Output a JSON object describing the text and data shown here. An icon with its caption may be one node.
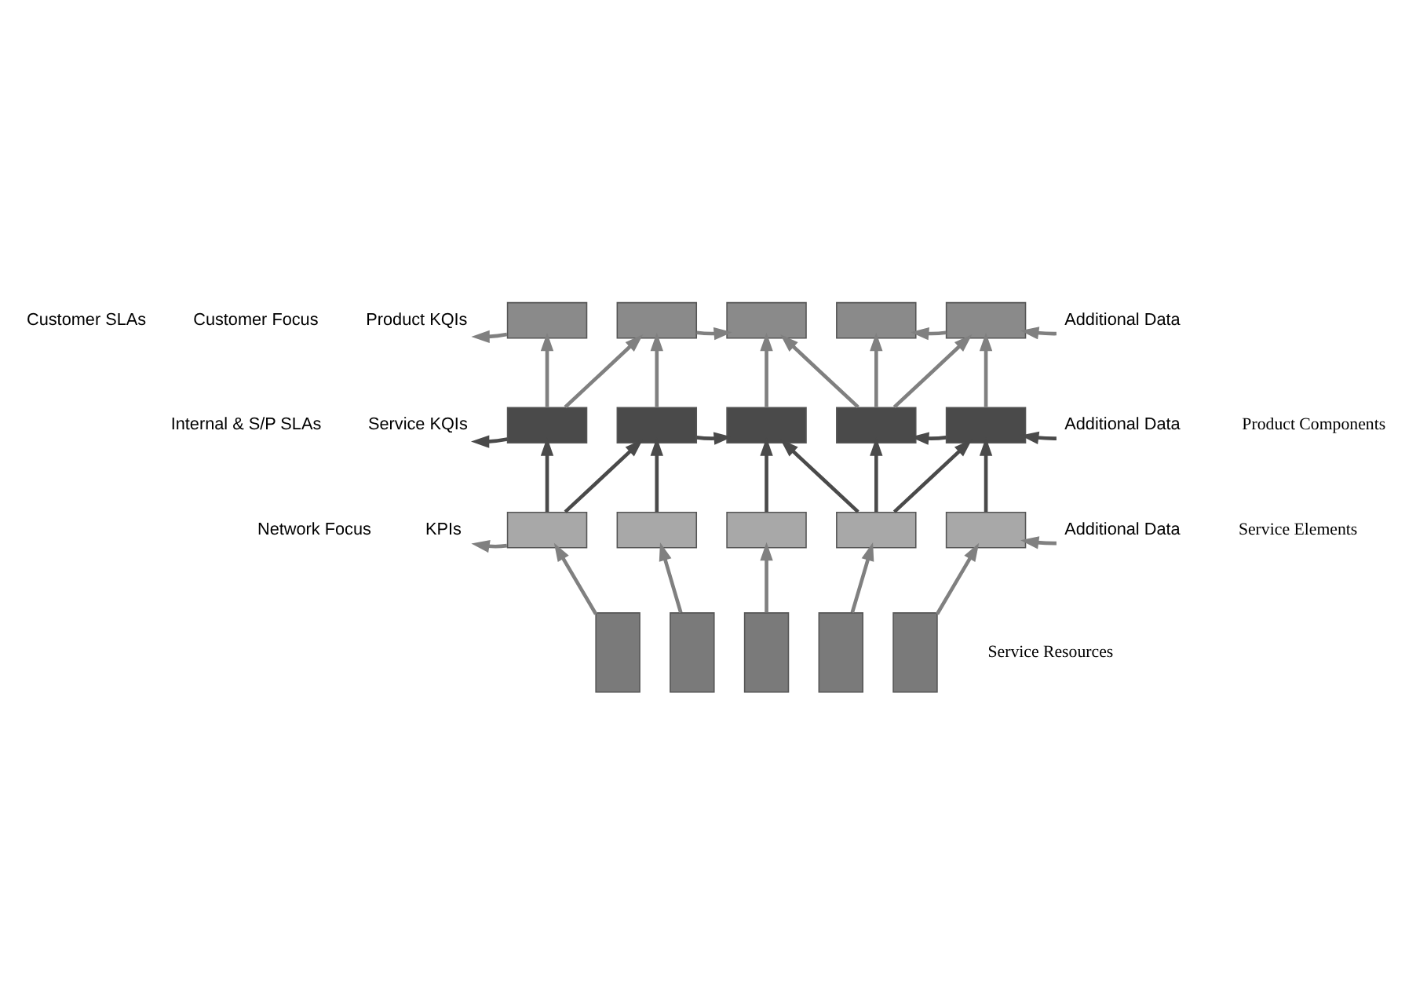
{
  "diagram": {
    "nodes": [
      {
        "text": [
          "Product KQIs"
        ]
      },
      {
        "text": [],
        "shape": "box"
      },
      {
        "text": [],
        "shape": "box"
      },
      {
        "text": [],
        "shape": "box"
      },
      {
        "text": [],
        "shape": "box"
      },
      {
        "text": [],
        "shape": "box"
      },
      {
        "text": [
          "Additional Data"
        ]
      },
      {
        "text": [
          "Service KQIs"
        ]
      },
      {
        "text": [],
        "shape": "box"
      },
      {
        "text": [],
        "shape": "box"
      },
      {
        "text": [],
        "shape": "box"
      },
      {
        "text": [],
        "shape": "box"
      },
      {
        "text": [],
        "shape": "box"
      },
      {
        "text": [
          "Additional Data"
        ]
      },
      {
        "text": [
          "KPIs"
        ]
      },
      {
        "text": [],
        "shape": "box"
      },
      {
        "text": [],
        "shape": "box"
      },
      {
        "text": [],
        "shape": "box"
      },
      {
        "text": [],
        "shape": "box"
      },
      {
        "text": [],
        "shape": "box"
      },
      {
        "text": [
          "Additional Data"
        ]
      },
      {
        "text": [],
        "shape": "box"
      },
      {
        "text": [],
        "shape": "box"
      },
      {
        "text": [],
        "shape": "box"
      },
      {
        "text": [],
        "shape": "box"
      },
      {
        "text": [],
        "shape": "box"
      }
    ],
    "edges": [
      {
        "from": 1,
        "to": 0,
        "arrow": "to"
      },
      {
        "from": 2,
        "to": 3,
        "arrow": "to"
      },
      {
        "from": 5,
        "to": 4,
        "arrow": "to"
      },
      {
        "from": 6,
        "to": 5,
        "arrow": "to"
      },
      {
        "from": 8,
        "to": 1,
        "arrow": "to"
      },
      {
        "from": 8,
        "to": 2,
        "arrow": "to"
      },
      {
        "from": 9,
        "to": 2,
        "arrow": "to"
      },
      {
        "from": 10,
        "to": 3,
        "arrow": "to"
      },
      {
        "from": 11,
        "to": 3,
        "arrow": "to"
      },
      {
        "from": 11,
        "to": 4,
        "arrow": "to"
      },
      {
        "from": 11,
        "to": 5,
        "arrow": "to"
      },
      {
        "from": 12,
        "to": 5,
        "arrow": "to"
      },
      {
        "from": 8,
        "to": 7,
        "arrow": "to",
        "color": "#4a4a4a"
      },
      {
        "from": 9,
        "to": 10,
        "arrow": "to",
        "color": "#4a4a4a"
      },
      {
        "from": 12,
        "to": 11,
        "arrow": "to",
        "color": "#4a4a4a"
      },
      {
        "from": 13,
        "to": 12,
        "arrow": "to",
        "color": "#4a4a4a"
      },
      {
        "from": 15,
        "to": 8,
        "arrow": "to",
        "color": "#4a4a4a"
      },
      {
        "from": 15,
        "to": 9,
        "arrow": "to",
        "color": "#4a4a4a"
      },
      {
        "from": 16,
        "to": 9,
        "arrow": "to",
        "color": "#4a4a4a"
      },
      {
        "from": 17,
        "to": 10,
        "arrow": "to",
        "color": "#4a4a4a"
      },
      {
        "from": 18,
        "to": 10,
        "arrow": "to",
        "color": "#4a4a4a"
      },
      {
        "from": 18,
        "to": 11,
        "arrow": "to",
        "color": "#4a4a4a"
      },
      {
        "from": 18,
        "to": 12,
        "arrow": "to",
        "color": "#4a4a4a"
      },
      {
        "from": 19,
        "to": 12,
        "arrow": "to",
        "color": "#4a4a4a"
      },
      {
        "from": 15,
        "to": 14,
        "arrow": "to"
      },
      {
        "from": 20,
        "to": 19,
        "arrow": "to"
      },
      {
        "from": 21,
        "to": 15,
        "arrow": "to"
      },
      {
        "from": 22,
        "to": 16,
        "arrow": "to"
      },
      {
        "from": 23,
        "to": 17,
        "arrow": "to"
      },
      {
        "from": 24,
        "to": 18,
        "arrow": "to"
      },
      {
        "from": 25,
        "to": 19,
        "arrow": "to"
      }
    ],
    "labels": [
      "Customer SLAs",
      "Customer Focus",
      "Product Components",
      "Internal & S/P SLAs",
      "Service Elements",
      "Network Focus",
      "Service Resources"
    ]
  }
}
